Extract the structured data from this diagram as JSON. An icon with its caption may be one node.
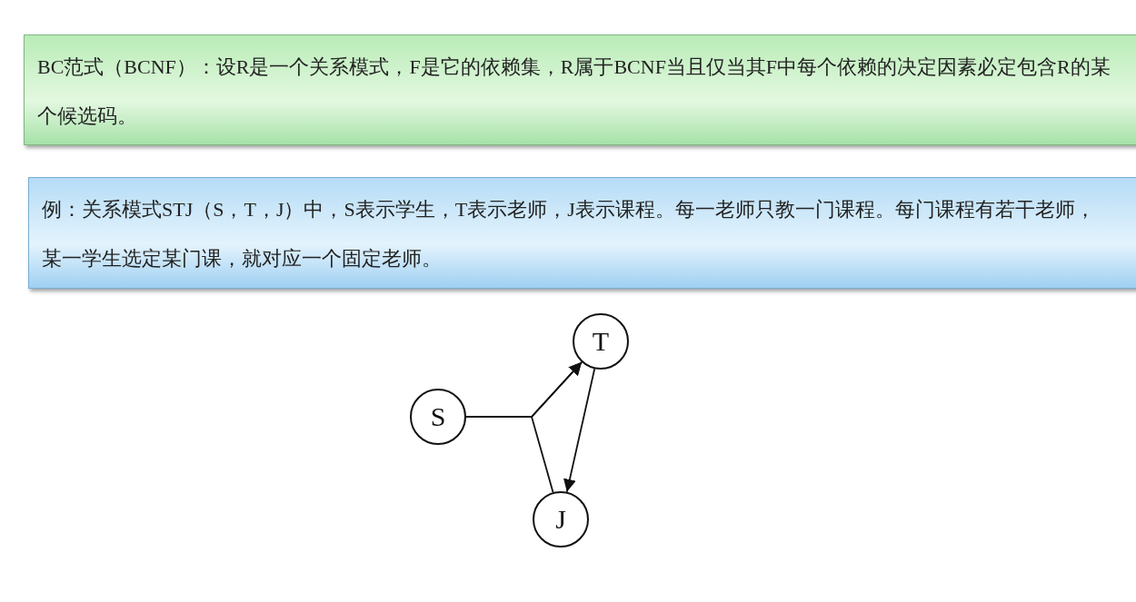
{
  "diagram": {
    "nodes": [
      {
        "text": [
          "BC范式（BCNF）：设R是一个关系模式，F是它的依赖集，R属于BCNF当且仅当其F中每个依赖的决定因素必定包含R的某个候选码。"
        ]
      },
      {
        "text": [
          "例：关系模式STJ（S，T，J）中，S表示学生，T表示老师，J表示课程。每一老师只教一门课程。每门课程有若干老师，某一学生选定某门课，就对应一个固定老师。"
        ]
      },
      {
        "text": [
          "T"
        ]
      },
      {
        "text": [
          "S"
        ]
      },
      {
        "text": [
          "J"
        ]
      }
    ],
    "edges": [
      {
        "from": 3,
        "to": 2,
        "arrow": "to"
      },
      {
        "from": 4,
        "to": 2,
        "arrow": "to"
      },
      {
        "from": 2,
        "to": 4,
        "arrow": "to"
      }
    ]
  }
}
